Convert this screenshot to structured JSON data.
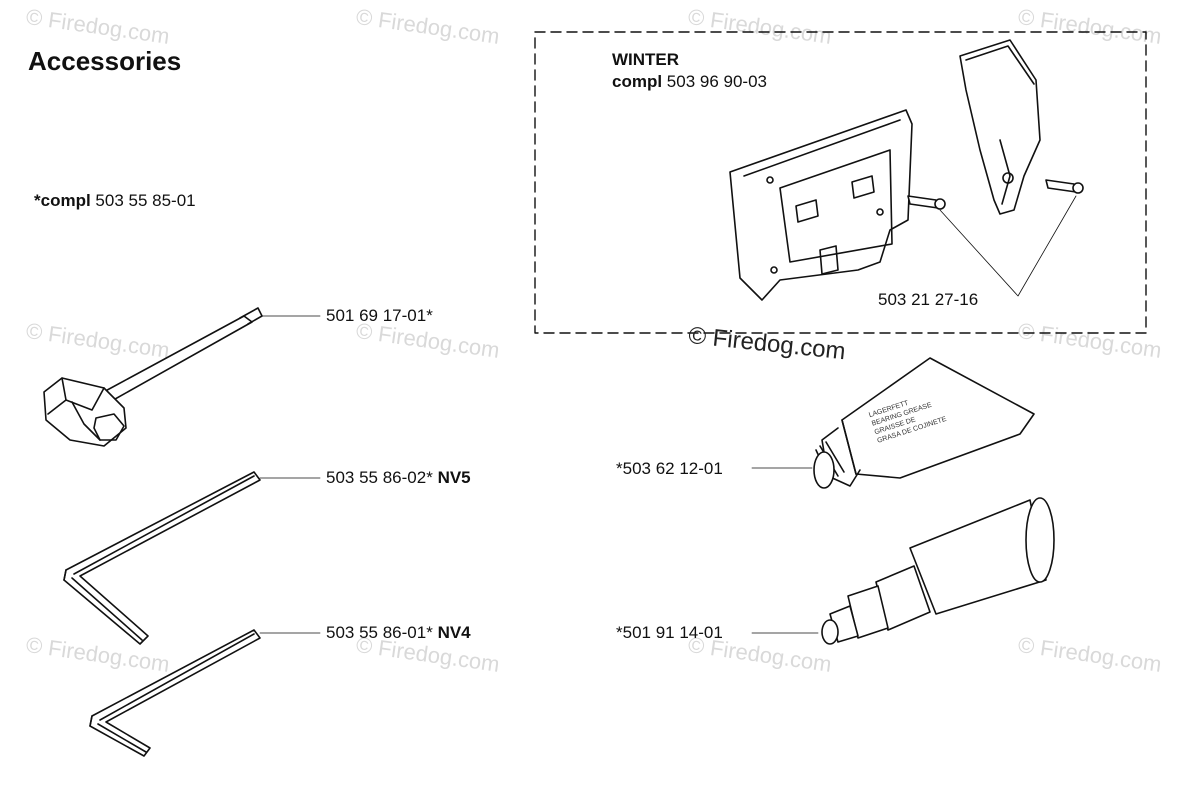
{
  "title": "Accessories",
  "watermark": "© Firedog.com",
  "compl_main": {
    "prefix": "*compl",
    "number": "503 55 85-01"
  },
  "winter": {
    "label": "WINTER",
    "compl_prefix": "compl",
    "compl_number": "503 96 90-03",
    "screw_number": "503 21 27-16"
  },
  "parts": {
    "wrench": {
      "number": "501 69 17-01*",
      "suffix": ""
    },
    "hex5": {
      "number": "503 55 86-02*",
      "suffix": "NV5"
    },
    "hex4": {
      "number": "503 55 86-01*",
      "suffix": "NV4"
    },
    "grease": {
      "number": "*503 62 12-01"
    },
    "gun": {
      "number": "*501 91 14-01"
    }
  },
  "grease_tube_text": [
    "LAGERFETT",
    "BEARING GREASE",
    "GRAISSE DE",
    "GRASA DE COJINETE"
  ]
}
